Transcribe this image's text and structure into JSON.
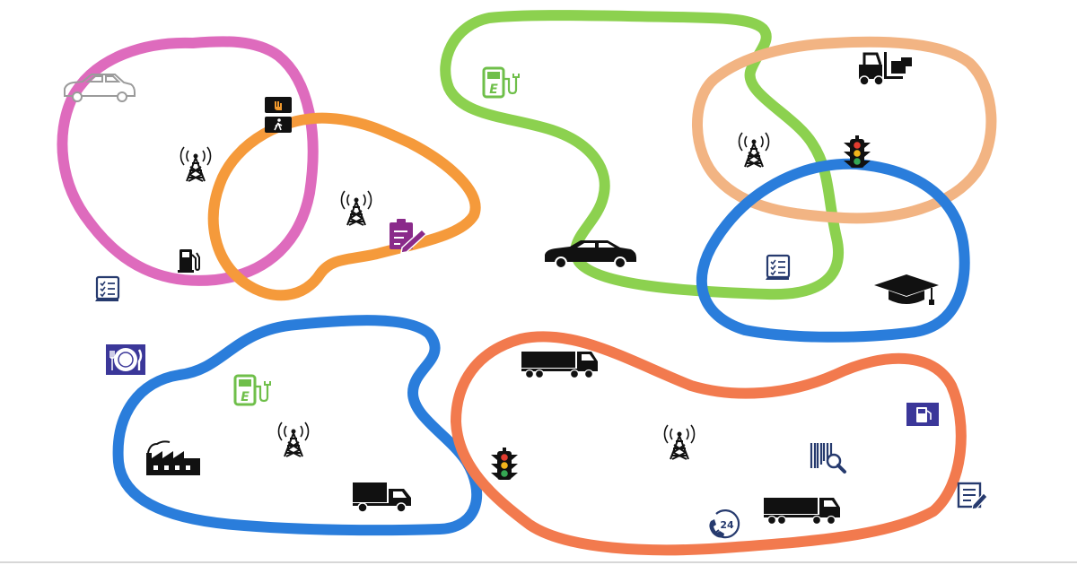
{
  "colors": {
    "pink": "#de6bbd",
    "orange": "#f59a3b",
    "green": "#8cd14f",
    "peach": "#f2b483",
    "blue": "#2a7ddb",
    "coral": "#f27a4e",
    "icon_dark": "#111111",
    "icon_navy": "#263a6e",
    "icon_purple": "#8a2a8a",
    "icon_green": "#6fbf4a",
    "icon_gray": "#9b9b9b",
    "icon_indigo": "#3b3799"
  },
  "regions": [
    {
      "name": "pink-region",
      "color": "pink"
    },
    {
      "name": "orange-region",
      "color": "orange"
    },
    {
      "name": "green-region",
      "color": "green"
    },
    {
      "name": "peach-region",
      "color": "peach"
    },
    {
      "name": "blue-region-right",
      "color": "blue"
    },
    {
      "name": "blue-region-left",
      "color": "blue"
    },
    {
      "name": "coral-region",
      "color": "coral"
    }
  ],
  "icons": [
    "car-outline-icon",
    "pedestrian-signal-icon",
    "cell-tower-icon",
    "fuel-pump-icon",
    "checklist-icon",
    "sign-form-icon",
    "ev-charger-icon",
    "sedan-car-icon",
    "forklift-icon",
    "traffic-light-icon",
    "graduation-cap-icon",
    "restaurant-icon",
    "factory-icon",
    "delivery-truck-icon",
    "semi-truck-icon",
    "fuel-station-icon",
    "barcode-search-icon",
    "phone-24h-icon",
    "edit-document-icon"
  ],
  "labels": {
    "phone_24h": "24"
  }
}
